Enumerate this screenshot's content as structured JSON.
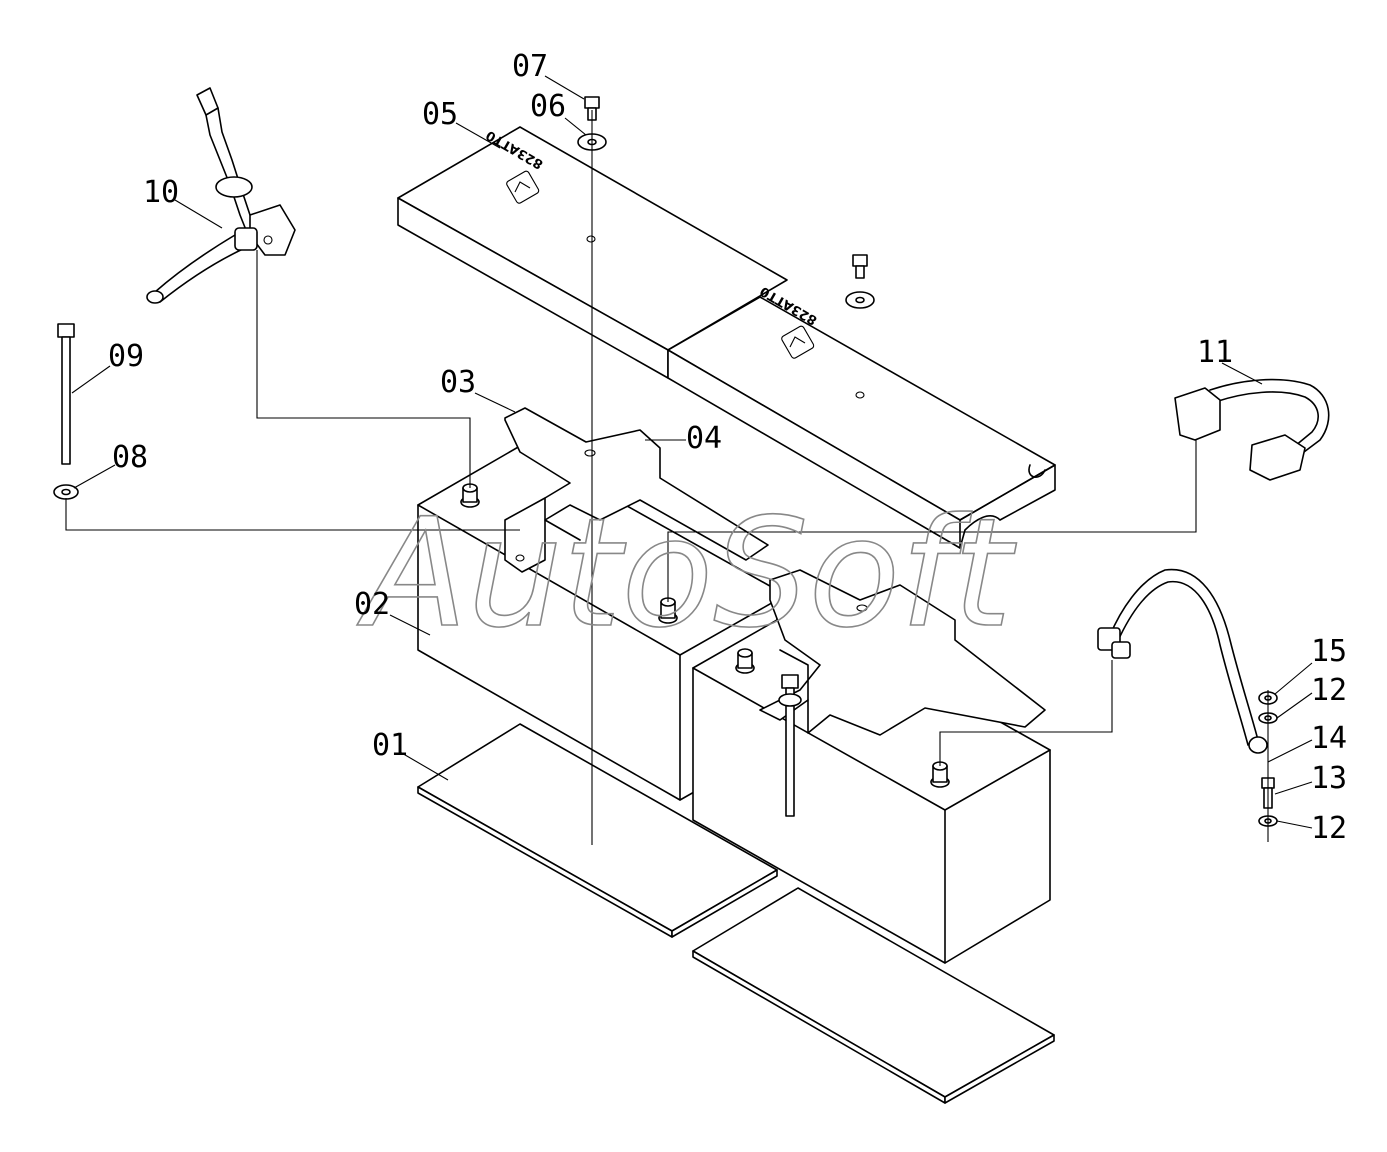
{
  "watermark": "AutoSoft",
  "battery_marking": "823ATT0",
  "callouts": {
    "p01": "01",
    "p02": "02",
    "p03": "03",
    "p04": "04",
    "p05": "05",
    "p06": "06",
    "p07": "07",
    "p08": "08",
    "p09": "09",
    "p10": "10",
    "p11": "11",
    "p12a": "12",
    "p12b": "12",
    "p13": "13",
    "p14": "14",
    "p15": "15"
  }
}
